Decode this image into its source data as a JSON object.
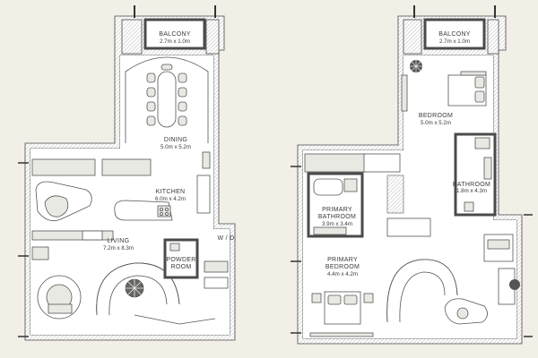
{
  "left_plan": {
    "balcony": {
      "name": "BALCONY",
      "size": "2.7m x 1.0m"
    },
    "dining": {
      "name": "DINING",
      "size": "5.0m x 5.2m"
    },
    "kitchen": {
      "name": "KITCHEN",
      "size": "6.0m x 4.2m"
    },
    "living": {
      "name": "LIVING",
      "size": "7.2m x 8.3m"
    },
    "powder": {
      "name_line1": "POWDER",
      "name_line2": "ROOM"
    },
    "wd": {
      "name": "W / D"
    }
  },
  "right_plan": {
    "balcony": {
      "name": "BALCONY",
      "size": "2.7m x 1.0m"
    },
    "bedroom": {
      "name": "BEDROOM",
      "size": "5.0m x 5.2m"
    },
    "bathroom": {
      "name": "BATHROOM",
      "size": "1.8m x 4.3m"
    },
    "primary_bathroom": {
      "name_line1": "PRIMARY",
      "name_line2": "BATHROOM",
      "size": "3.9m x 3.4m"
    },
    "primary_bedroom": {
      "name_line1": "PRIMARY",
      "name_line2": "BEDROOM",
      "size": "4.4m x 4.2m"
    }
  }
}
